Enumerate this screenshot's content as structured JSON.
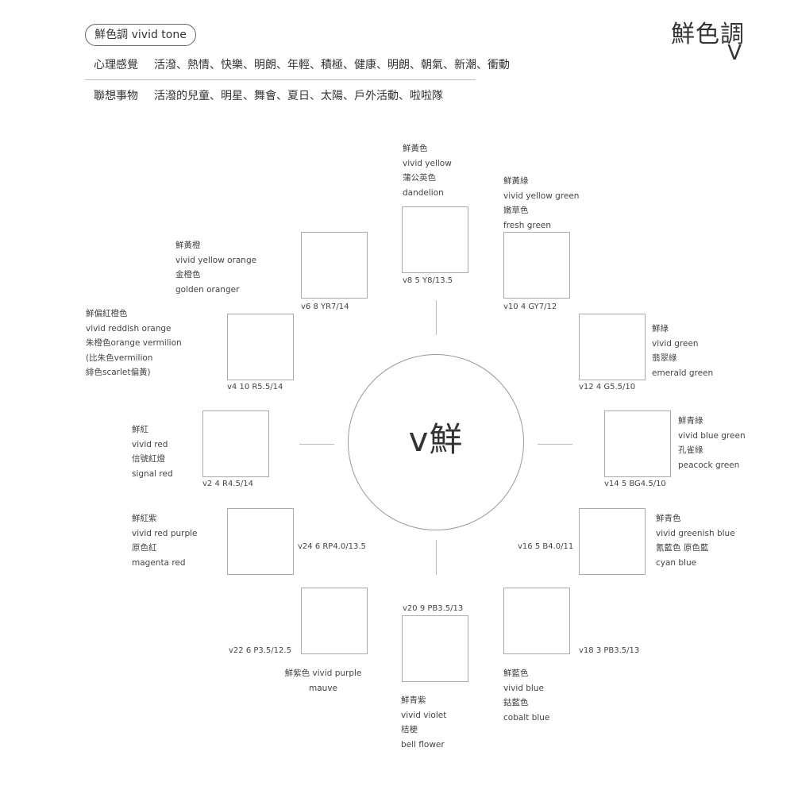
{
  "header": {
    "pill": "鮮色調 vivid tone",
    "title": "鮮色調",
    "letter": "V",
    "psych_label": "心理感覺",
    "psych_text": "活潑、熱情、快樂、明朗、年輕、積極、健康、明朗、朝氣、新潮、衝動",
    "assoc_label": "聯想事物",
    "assoc_text": "活潑的兒童、明星、舞會、夏日、太陽、戶外活動、啦啦隊"
  },
  "center": {
    "text": "v鮮"
  },
  "swatches": [
    {
      "id": "v2",
      "code": "v2  4 R4.5/14",
      "lines": [
        "鮮紅",
        "vivid red",
        "信號紅燈",
        "signal red"
      ]
    },
    {
      "id": "v4",
      "code": "v4  10 R5.5/14",
      "lines": [
        "鮮偏紅橙色",
        "vivid reddish orange",
        "朱橙色orange vermilion",
        "(比朱色vermilion",
        "緋色scarlet偏黃)"
      ]
    },
    {
      "id": "v6",
      "code": "v6  8 YR7/14",
      "lines": [
        "鮮黃橙",
        "vivid yellow orange",
        "金橙色",
        "golden oranger"
      ]
    },
    {
      "id": "v8",
      "code": "v8  5 Y8/13.5",
      "lines": [
        "鮮黃色",
        "vivid yellow",
        "蒲公英色",
        "dandelion"
      ]
    },
    {
      "id": "v10",
      "code": "v10  4 GY7/12",
      "lines": [
        "鮮黃綠",
        "vivid yellow green",
        "嫩草色",
        "fresh green"
      ]
    },
    {
      "id": "v12",
      "code": "v12  4 G5.5/10",
      "lines": [
        "鮮綠",
        "vivid green",
        "翡翠綠",
        "emerald green"
      ]
    },
    {
      "id": "v14",
      "code": "v14  5 BG4.5/10",
      "lines": [
        "鮮青綠",
        "vivid blue green",
        "孔雀綠",
        "peacock green"
      ]
    },
    {
      "id": "v16",
      "code": "v16  5 B4.0/11",
      "lines": [
        "鮮青色",
        "vivid greenish blue",
        "氰藍色 原色藍",
        "cyan blue"
      ]
    },
    {
      "id": "v18",
      "code": "v18  3 PB3.5/13",
      "lines": [
        "鮮藍色",
        "vivid blue",
        "鈷藍色",
        "cobalt blue"
      ]
    },
    {
      "id": "v20",
      "code": "v20  9 PB3.5/13",
      "lines": [
        "鮮青紫",
        "vivid violet",
        "桔梗",
        "bell flower"
      ]
    },
    {
      "id": "v22",
      "code": "v22  6 P3.5/12.5",
      "lines": [
        "鮮紫色 vivid  purple",
        "mauve"
      ]
    },
    {
      "id": "v24",
      "code": "v24  6 RP4.0/13.5",
      "lines": [
        "鮮紅紫",
        "vivid red purple",
        "原色紅",
        "magenta red"
      ]
    }
  ]
}
